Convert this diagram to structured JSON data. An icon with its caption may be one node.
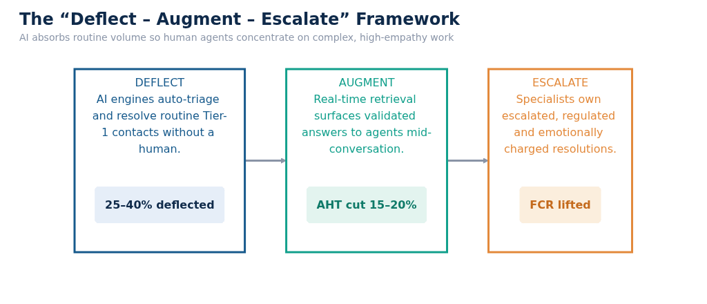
{
  "diagram": {
    "title": "The “Deflect – Augment – Escalate” Framework",
    "caption": "AI absorbs routine volume so human agents concentrate on complex, high-empathy work",
    "nodes": [
      {
        "text": [
          "DEFLECT",
          "AI engines auto-triage and resolve routine Tier-1 contacts without a human."
        ]
      },
      {
        "text": [
          "25–40% deflected"
        ],
        "in": 0
      },
      {
        "text": [
          "AUGMENT",
          "Real-time retrieval surfaces validated answers to agents mid-conversation."
        ]
      },
      {
        "text": [
          "AHT cut 15–20%"
        ],
        "in": 2
      },
      {
        "text": [
          "ESCALATE",
          "Specialists own escalated, regulated and emotionally charged resolutions."
        ]
      },
      {
        "text": [
          "FCR lifted"
        ],
        "in": 4
      }
    ],
    "edges": [
      {
        "from": 0,
        "to": 2,
        "arrow": "to"
      },
      {
        "from": 2,
        "to": 4,
        "arrow": "to"
      }
    ]
  }
}
